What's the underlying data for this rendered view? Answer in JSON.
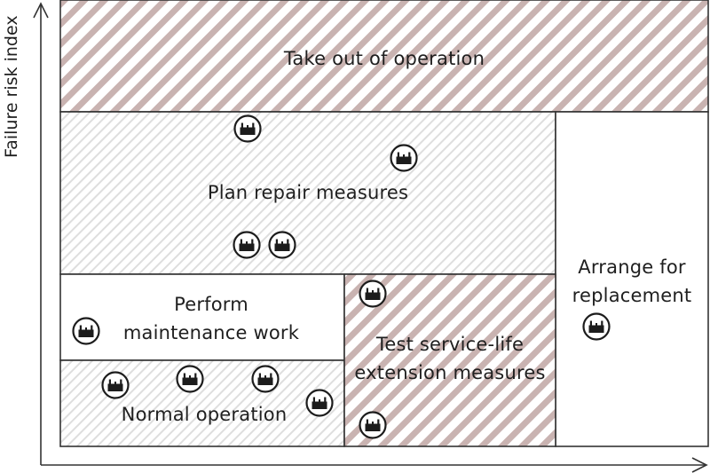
{
  "axes": {
    "y_label": "Failure risk index",
    "x_label": ""
  },
  "zones": {
    "take_out": "Take out of operation",
    "plan_repair": "Plan repair measures",
    "arrange_replacement_line1": "Arrange for",
    "arrange_replacement_line2": "replacement",
    "perform_maintenance_line1": "Perform",
    "perform_maintenance_line2": "maintenance work",
    "normal_operation": "Normal operation",
    "test_extension_line1": "Test service-life",
    "test_extension_line2": "extension measures"
  },
  "colors": {
    "hatch_strong": "#c9b3b1",
    "hatch_light": "#dcdcdc",
    "border": "#333333",
    "icon_fill": "#1c1c1c"
  },
  "icons": {
    "asset": "transformer-icon"
  }
}
